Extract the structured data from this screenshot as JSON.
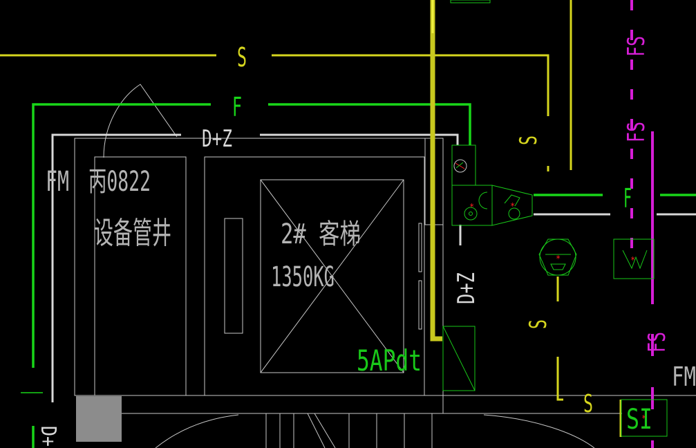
{
  "colors": {
    "background": "#000000",
    "sprinkler_yellow": "#d6d61e",
    "fire_green": "#19d619",
    "electric_white": "#d8d8d8",
    "exhaust_magenta": "#d61ed6",
    "equipment_green": "#19c819",
    "frame_white": "#c8c8c8",
    "text_gray": "#b4b4b4",
    "symbol_red": "#ff2020",
    "block_gray": "#8c8c8c"
  },
  "labels": {
    "pipe_s_top": "S",
    "pipe_f_top": "F",
    "pipe_dz_top": "D+Z",
    "pipe_dz_vertical": "D+Z",
    "pipe_s_right": "S",
    "pipe_s_right_lower": "S",
    "pipe_s_bottom": "S",
    "pipe_f_right": "F",
    "pipe_fs_1": "FS",
    "pipe_fs_2": "FS",
    "pipe_fs_3": "FS",
    "fm_left": "FM",
    "fm_right": "FM",
    "room_code": "丙0822",
    "room_name": "设备管井",
    "elevator_name": "2#  客梯",
    "elevator_load": "1350KG",
    "panel_tag": "5APdt",
    "box_tag": "SI",
    "pipe_left_bottom": "D+"
  }
}
